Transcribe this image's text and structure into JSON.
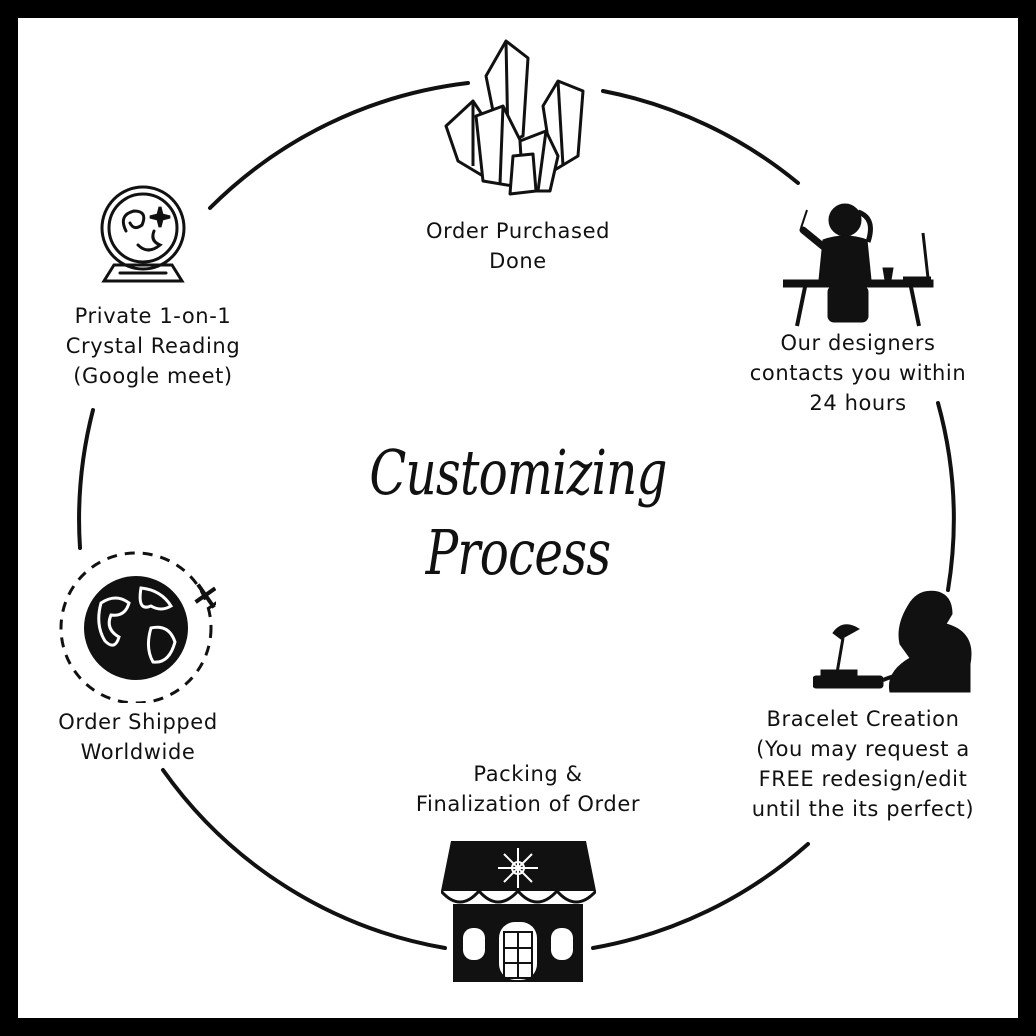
{
  "title_line1": "Customizing",
  "title_line2": "Process",
  "steps": [
    {
      "label": "Order Purchased\nDone",
      "icon": "crystal-cluster-icon"
    },
    {
      "label": "Our designers\ncontacts you within\n24 hours",
      "icon": "designer-at-desk-icon"
    },
    {
      "label": "Bracelet Creation\n(You may request a\nFREE redesign/edit\nuntil the its perfect)",
      "icon": "artisan-working-icon"
    },
    {
      "label": "Packing &\nFinalization of Order",
      "icon": "shop-storefront-icon"
    },
    {
      "label": "Order Shipped\nWorldwide",
      "icon": "globe-airplane-icon"
    },
    {
      "label": "Private 1-on-1\nCrystal Reading\n(Google meet)",
      "icon": "crystal-ball-icon"
    }
  ],
  "colors": {
    "frame": "#000000",
    "background": "#ffffff",
    "ink": "#111111"
  }
}
